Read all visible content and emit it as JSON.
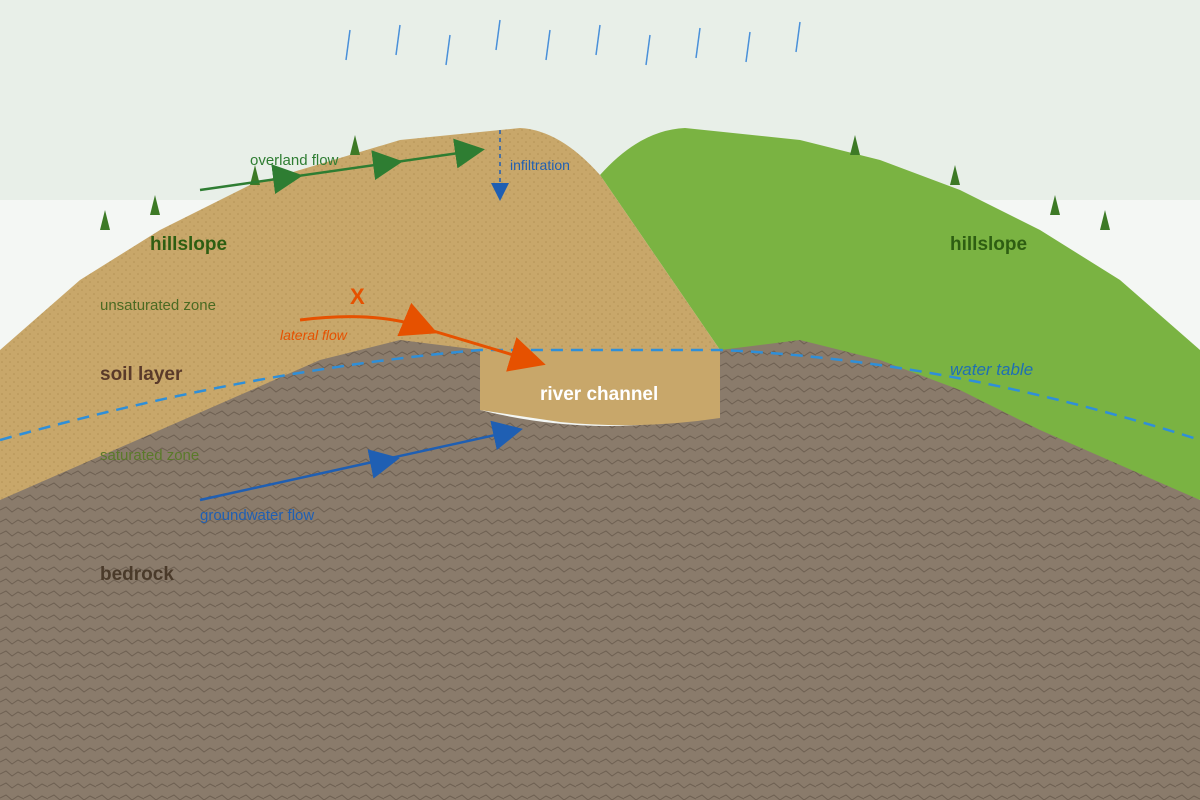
{
  "labels": {
    "hillslope_left": "hillslope",
    "hillslope_right": "hillslope",
    "overland_flow": "overland flow",
    "infiltration": "infiltration",
    "unsaturated_zone": "unsaturated zone",
    "x_marker": "X",
    "lateral_flow": "lateral flow",
    "soil_layer": "soil layer",
    "river_channel": "river channel",
    "water_table": "water table",
    "saturated_zone": "saturated zone",
    "groundwater_flow": "groundwater flow",
    "bedrock": "bedrock"
  },
  "colors": {
    "sky": "#e8efe8",
    "soil": "#c8a76a",
    "grass": "#7ab342",
    "bedrock": "#8a7b6b",
    "overland_flow": "#2e7d32",
    "infiltration": "#1f5fb3",
    "lateral_flow": "#e65100",
    "water_table": "#2f8fd8",
    "groundwater_flow": "#1f5fb3",
    "dark_label": "#5a3a2a",
    "hillslope_label": "#2e5e12"
  }
}
